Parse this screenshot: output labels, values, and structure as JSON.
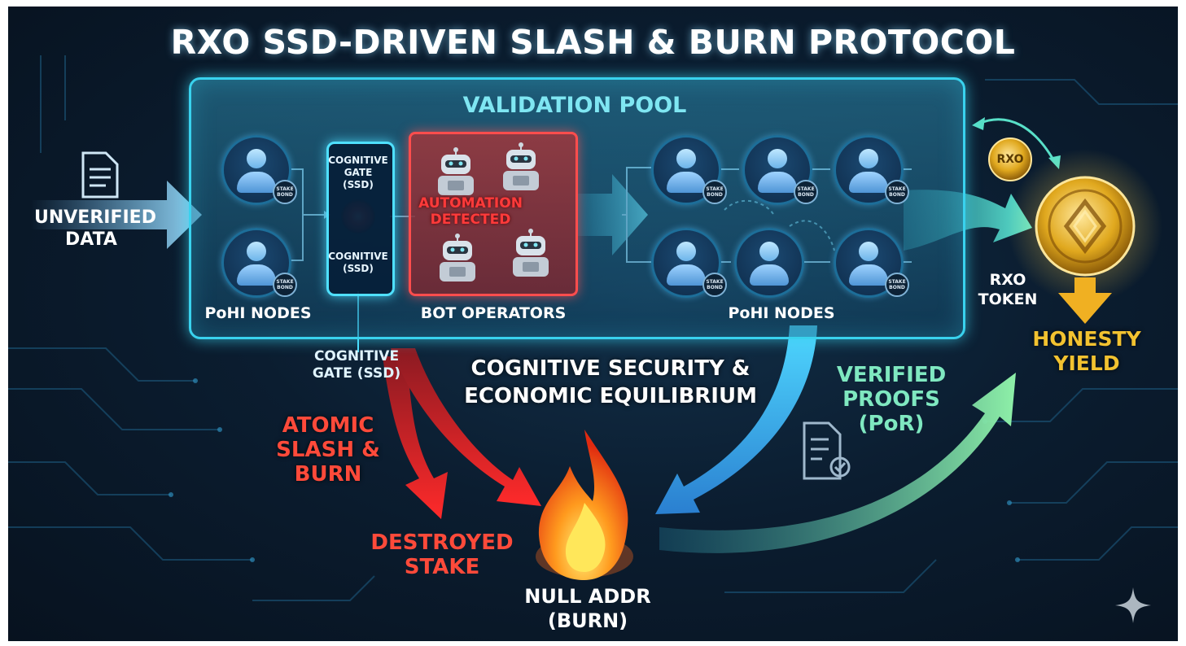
{
  "title": "RXO SSD-DRIVEN SLASH & BURN PROTOCOL",
  "validation_pool": {
    "title": "VALIDATION POOL",
    "left_nodes_label": "PoHI NODES",
    "right_nodes_label": "PoHI NODES",
    "node_badge": "STAKE BOND",
    "gate_top_label": "COGNITIVE GATE (SSD)",
    "gate_bottom_label": "COGNITIVE (SSD)",
    "bot_box_alert": "AUTOMATION DETECTED",
    "bot_box_label": "BOT OPERATORS"
  },
  "input_label": "UNVERIFIED DATA",
  "gate_callout": "COGNITIVE GATE (SSD)",
  "center_label": "COGNITIVE SECURITY & ECONOMIC EQUILIBRIUM",
  "slash_label": "ATOMIC SLASH & BURN",
  "destroyed_label": "DESTROYED STAKE",
  "burn_label": "NULL ADDR (BURN)",
  "verified_label": "VERIFIED PROOFS (PoR)",
  "token": {
    "small_coin": "RXO",
    "label": "RXO TOKEN",
    "yield_label": "HONESTY YIELD"
  },
  "colors": {
    "pool_border": "#39d2ee",
    "alert_red": "#ff4d4d",
    "gold": "#f2c230",
    "teal": "#58e0c8"
  }
}
